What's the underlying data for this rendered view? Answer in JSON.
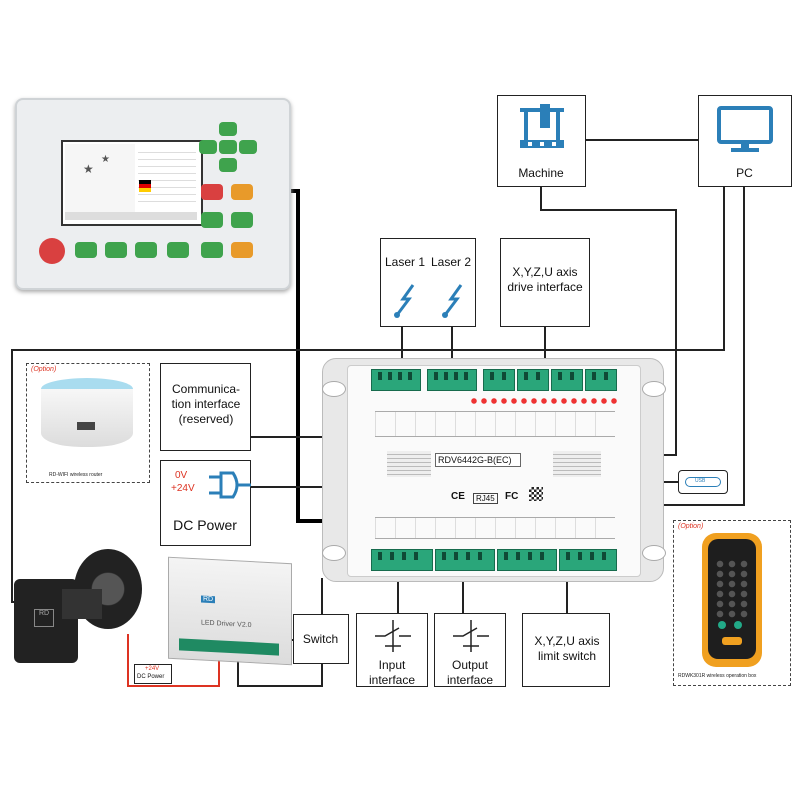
{
  "machine": {
    "label": "Machine"
  },
  "pc": {
    "label": "PC"
  },
  "lasers": {
    "laser1": "Laser 1",
    "laser2": "Laser 2"
  },
  "axis_drive": {
    "label": "X,Y,Z,U axis drive interface"
  },
  "communication": {
    "label": "Communica-tion interface (reserved)"
  },
  "dc_power": {
    "voltage_0": "0V",
    "voltage_24": "+24V",
    "label": "DC Power"
  },
  "controller": {
    "model": "RDV6442G-B(EC)",
    "rj45": "RJ45"
  },
  "switch": {
    "label": "Switch"
  },
  "input_interface": {
    "label": "Input interface"
  },
  "output_interface": {
    "label": "Output interface"
  },
  "limit_switch": {
    "label": "X,Y,Z,U axis limit switch"
  },
  "wifi_router": {
    "option": "(Option)",
    "caption": "RD-WIFI wireless router"
  },
  "wireless_box": {
    "option": "(Option)",
    "caption": "RDWK301R wireless operation box"
  },
  "led_driver": {
    "brand": "RD",
    "text": "LED Driver V2.0",
    "power_tag_v": "+24V",
    "power_tag": "DC Power"
  },
  "usb": {
    "label": "USB"
  },
  "colors": {
    "terminal_green": "#2aa67a",
    "panel_red": "#d94040",
    "panel_green": "#3fa34d",
    "panel_orange": "#e89a2a",
    "remote_orange": "#f0a020"
  }
}
